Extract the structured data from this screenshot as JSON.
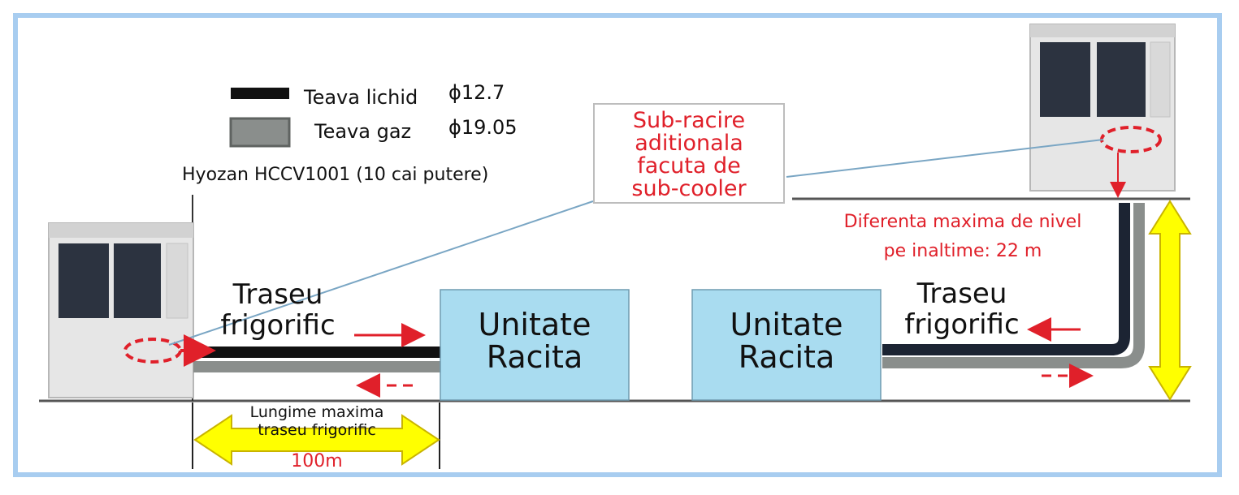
{
  "legend": {
    "liquid_label": "Teava lichid",
    "liquid_dia": "ϕ12.7",
    "gas_label": "Teava gaz",
    "gas_dia": "ϕ19.05",
    "liquid_color": "#111111",
    "gas_color": "#8a8e8c"
  },
  "model_label": "Hyozan HCCV1001 (10 cai putere)",
  "callout_lines": [
    "Sub-racire",
    "aditionala",
    "facuta de",
    "sub-cooler"
  ],
  "left_route_label": [
    "Traseu",
    "frigorific"
  ],
  "right_route_label": [
    "Traseu",
    "frigorific"
  ],
  "unit_left": [
    "Unitate",
    "Racita"
  ],
  "unit_right": [
    "Unitate",
    "Racita"
  ],
  "height_text": [
    "Diferenta maxima de nivel",
    "pe inaltime: 22 m"
  ],
  "length_text": [
    "Lungime maxima",
    "traseu frigorific"
  ],
  "length_value": "100m",
  "colors": {
    "accent_red": "#e0202a",
    "unit_fill": "#a9dcf0",
    "arrow_yellow": "#ffff00",
    "frame_blue": "#a8cdf0"
  }
}
